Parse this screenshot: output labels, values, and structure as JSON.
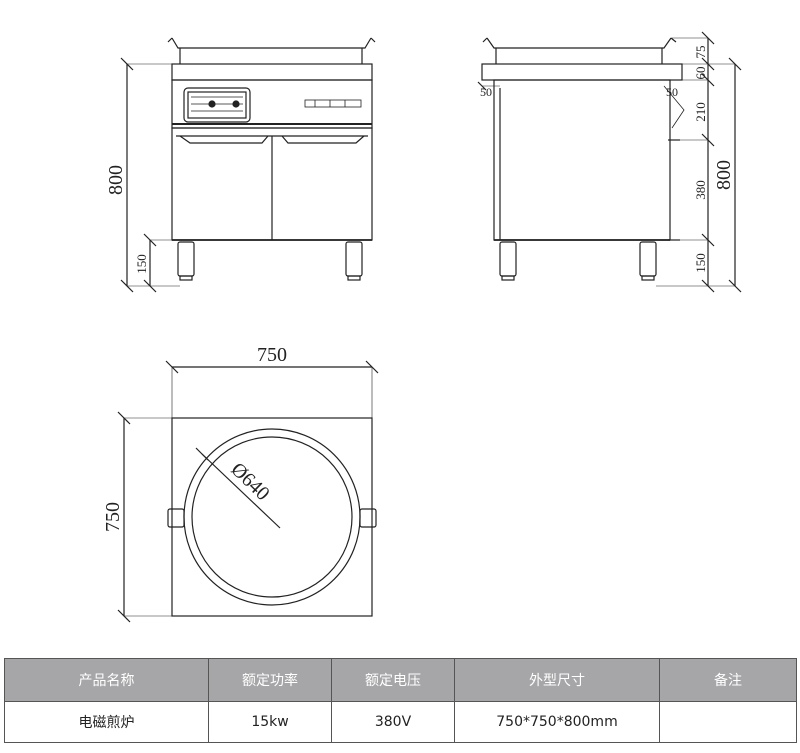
{
  "drawing": {
    "front_view": {
      "height_label": "800",
      "leg_label": "150"
    },
    "side_view": {
      "top_label_a": "60",
      "top_label_b": "75",
      "height_label": "800",
      "label_50_left": "50",
      "label_50_right": "50",
      "label_210": "210",
      "label_380": "380",
      "leg_label": "150"
    },
    "top_view": {
      "width_label": "750",
      "depth_label": "750",
      "diameter_label": "Ø640"
    }
  },
  "spec_table": {
    "headers": [
      "产品名称",
      "额定功率",
      "额定电压",
      "外型尺寸",
      "备注"
    ],
    "row": [
      "电磁煎炉",
      "15kw",
      "380V",
      "750*750*800mm",
      ""
    ]
  },
  "colors": {
    "line": "#222222",
    "header_bg": "#a6a6a8",
    "header_text": "#ffffff"
  }
}
